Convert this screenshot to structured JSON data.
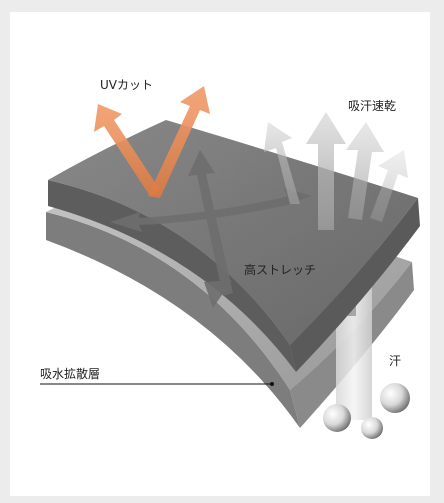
{
  "labels": {
    "uv_cut": "UVカット",
    "quick_dry": "吸汗速乾",
    "high_stretch": "高ストレッチ",
    "absorb_diffuse_layer": "吸水拡散層",
    "sweat": "汗"
  }
}
